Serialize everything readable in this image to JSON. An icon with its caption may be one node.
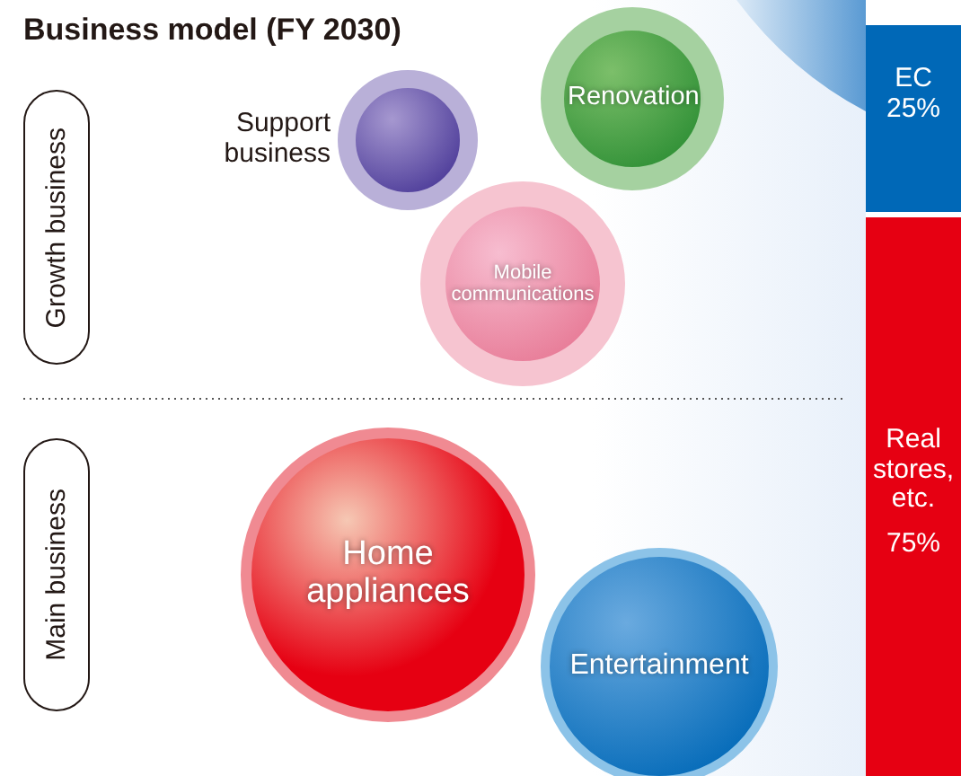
{
  "diagram": {
    "title": "Business model (FY 2030)",
    "nodes": [
      {
        "text": [
          "Growth business"
        ]
      },
      {
        "text": [
          "Main business"
        ]
      },
      {
        "text": [],
        "shape": "circle",
        "beside": [
          "Support business"
        ]
      },
      {
        "text": [
          "Renovation"
        ]
      },
      {
        "text": [
          "Mobile communications"
        ]
      },
      {
        "text": [
          "Home appliances"
        ]
      },
      {
        "text": [
          "Entertainment"
        ]
      },
      {
        "text": [
          "EC 25%"
        ]
      },
      {
        "text": [
          "Real stores, etc.",
          "75%"
        ]
      }
    ]
  }
}
